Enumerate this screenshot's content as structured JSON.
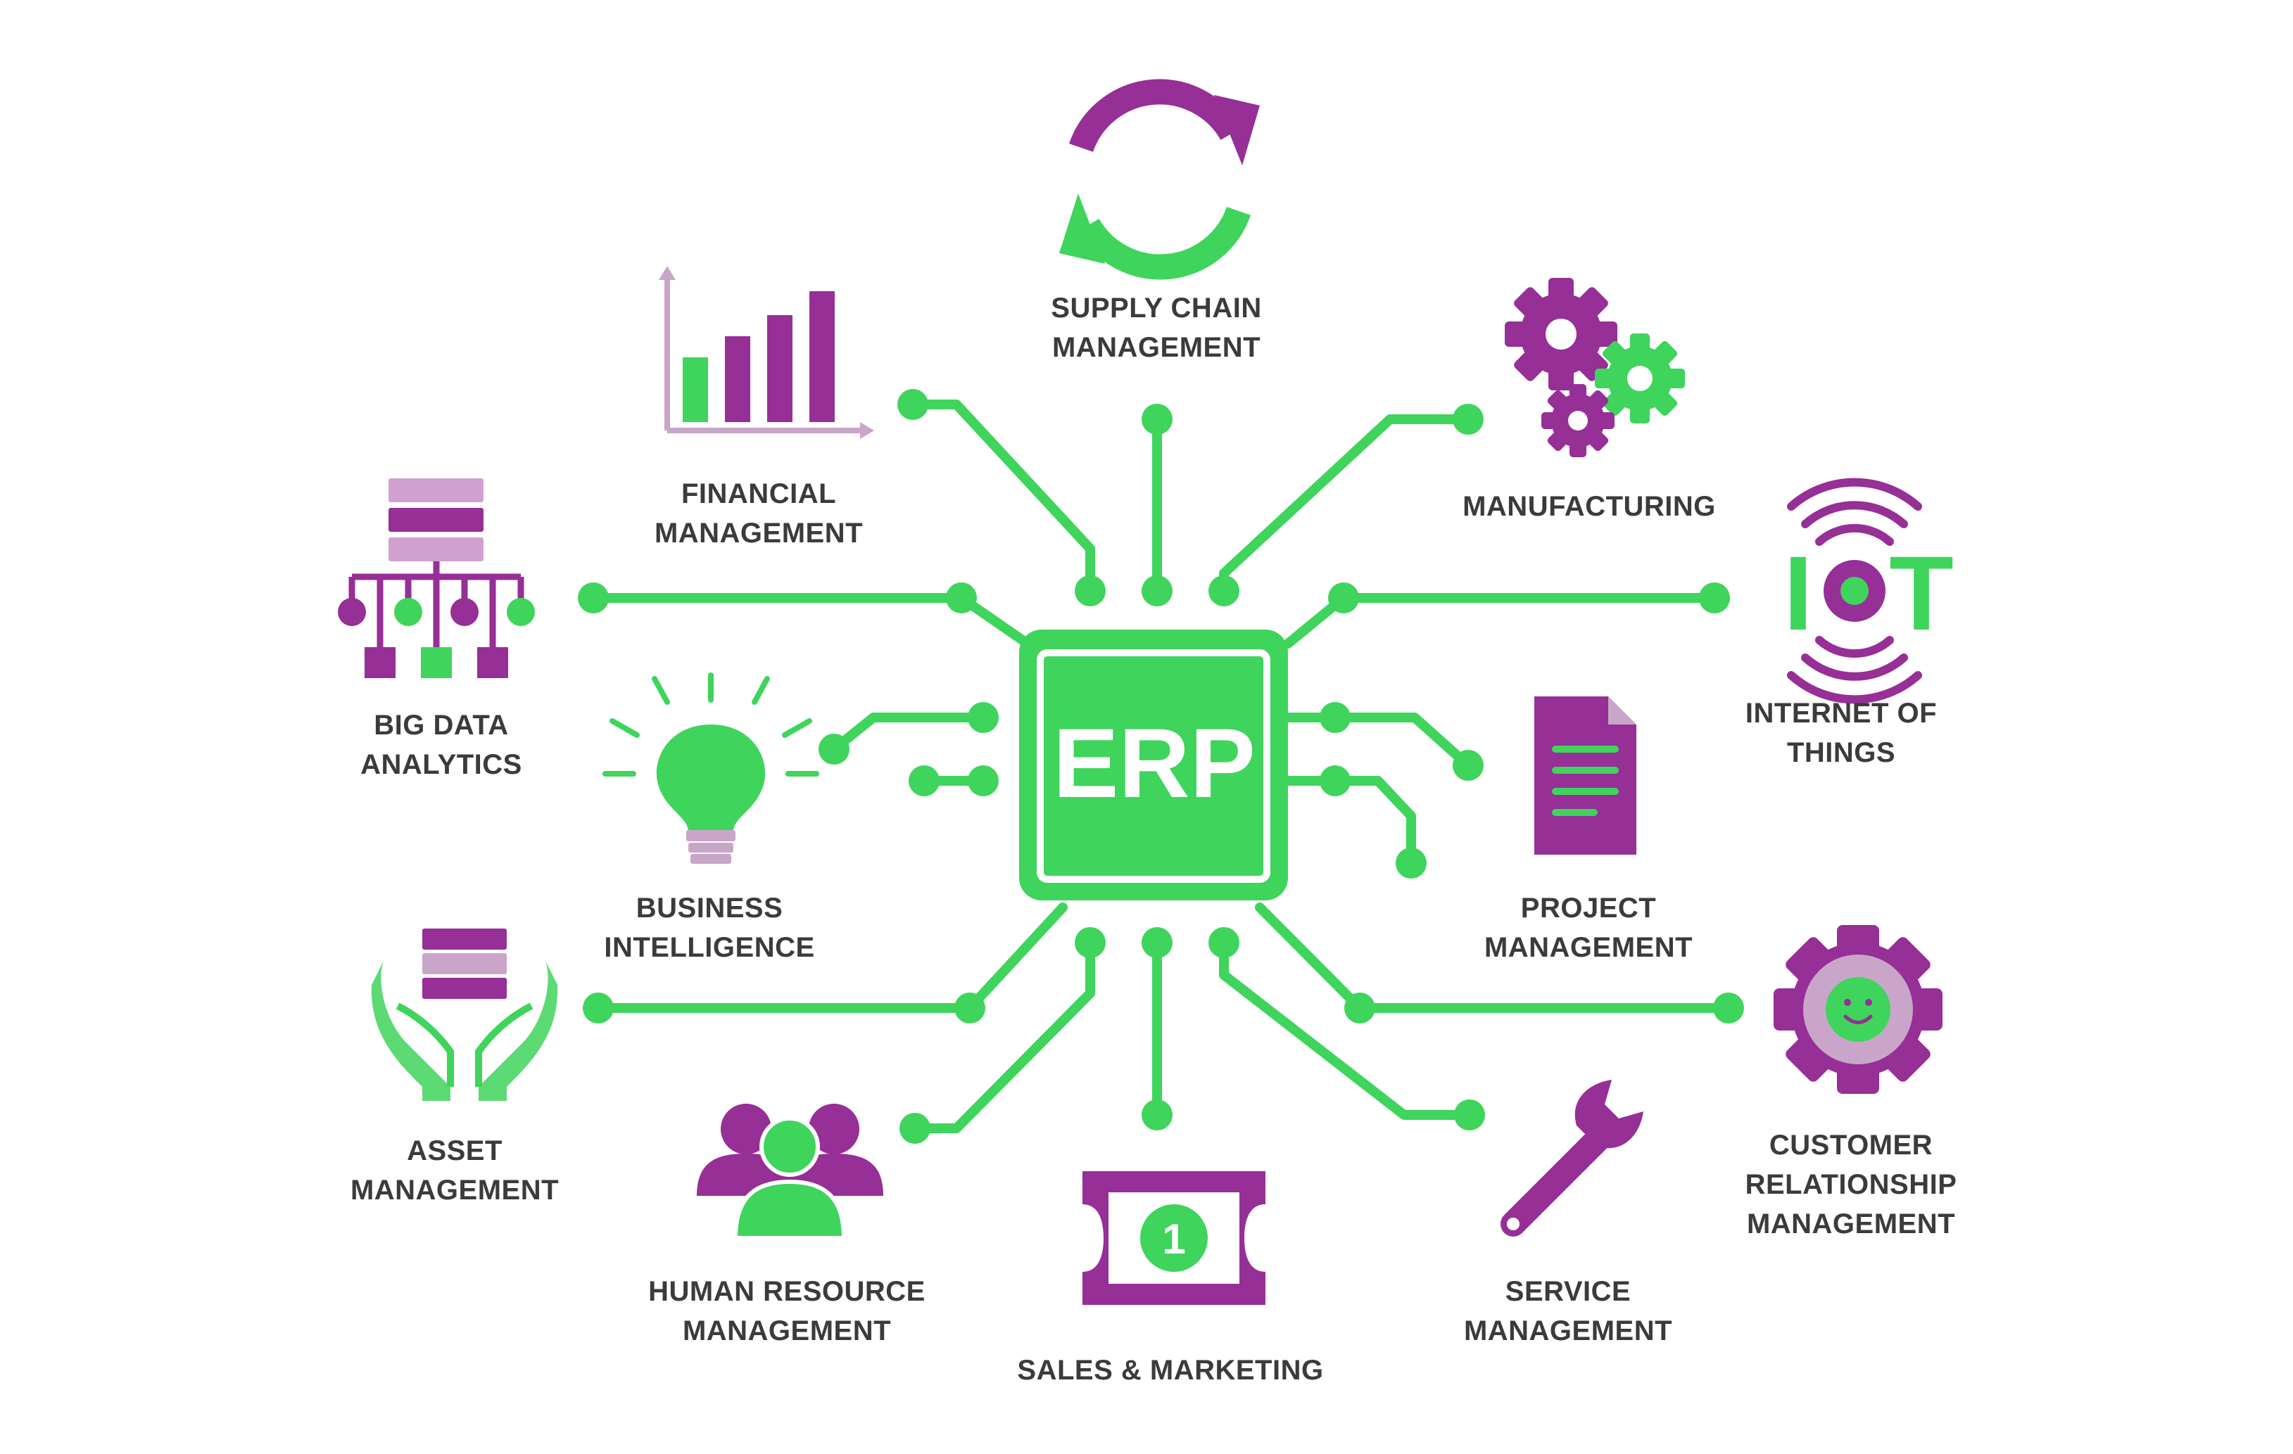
{
  "center": {
    "label": "ERP"
  },
  "modules": {
    "supply_chain": [
      "SUPPLY CHAIN",
      "MANAGEMENT"
    ],
    "financial": [
      "FINANCIAL",
      "MANAGEMENT"
    ],
    "manufacturing": [
      "MANUFACTURING"
    ],
    "big_data": [
      "BIG DATA",
      "ANALYTICS"
    ],
    "iot": [
      "INTERNET OF",
      "THINGS"
    ],
    "business_intelligence": [
      "BUSINESS",
      "INTELLIGENCE"
    ],
    "project": [
      "PROJECT",
      "MANAGEMENT"
    ],
    "asset": [
      "ASSET",
      "MANAGEMENT"
    ],
    "crm": [
      "CUSTOMER",
      "RELATIONSHIP",
      "MANAGEMENT"
    ],
    "hr": [
      "HUMAN RESOURCE",
      "MANAGEMENT"
    ],
    "sales": [
      "SALES & MARKETING"
    ],
    "service": [
      "SERVICE",
      "MANAGEMENT"
    ]
  },
  "icon_text": {
    "iot_letters": [
      "I",
      "T"
    ],
    "money_badge": "1"
  },
  "colors": {
    "green": "#3fd45c",
    "purple": "#962f96",
    "light_purple": "#c9a6c9",
    "text": "#3b3b3b"
  }
}
